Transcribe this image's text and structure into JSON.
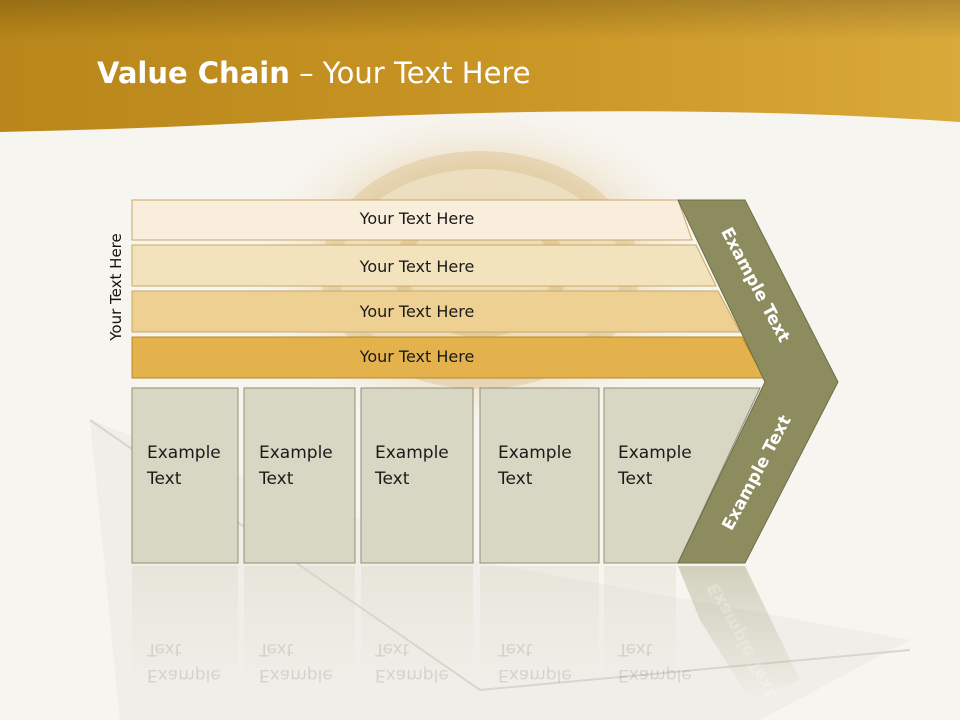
{
  "title": {
    "bold": "Value Chain",
    "rest": " – Your Text Here"
  },
  "side_label": "Your Text Here",
  "bars": [
    "Your Text Here",
    "Your Text Here",
    "Your Text Here",
    "Your Text Here"
  ],
  "columns": [
    {
      "line1": "Example",
      "line2": "Text"
    },
    {
      "line1": "Example",
      "line2": "Text"
    },
    {
      "line1": "Example",
      "line2": "Text"
    },
    {
      "line1": "Example",
      "line2": "Text"
    },
    {
      "line1": "Example",
      "line2": "Text"
    }
  ],
  "arrow_labels": {
    "upper": "Example Text",
    "lower": "Example Text"
  },
  "colors": {
    "header": "#b98b1e",
    "bar_1": "#f8eedb",
    "bar_2": "#f3e3bd",
    "bar_3": "#eed192",
    "bar_4": "#e3b24d",
    "column_fill": "#d8d7c3",
    "arrow_fill": "#8c8c5e"
  }
}
